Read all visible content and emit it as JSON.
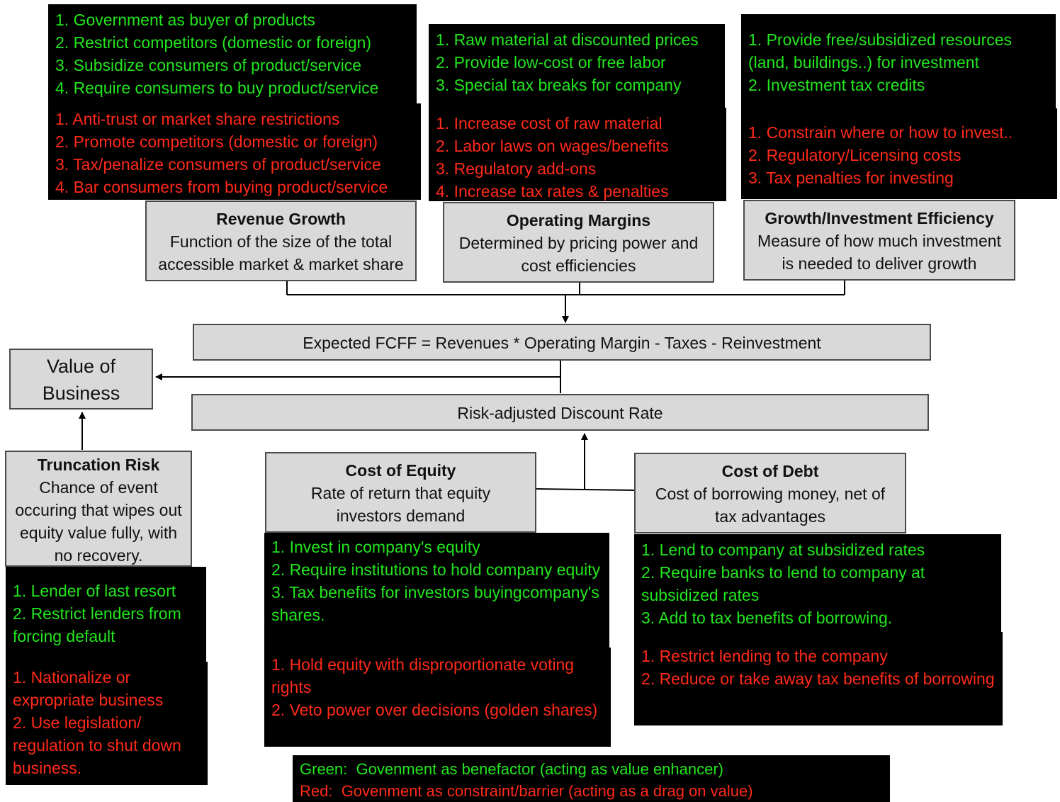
{
  "revenue_growth": {
    "title": "Revenue Growth",
    "description": "Function of the size of the total accessible market & market share",
    "green": [
      "1. Government as buyer of products",
      "2. Restrict competitors (domestic or foreign)",
      "3. Subsidize consumers of product/service",
      "4. Require consumers to buy product/service"
    ],
    "red": [
      "1. Anti-trust or market share restrictions",
      "2. Promote competitors (domestic or foreign)",
      "3. Tax/penalize consumers of product/service",
      "4. Bar consumers from buying product/service"
    ]
  },
  "operating_margins": {
    "title": "Operating Margins",
    "description": "Determined by pricing power and cost efficiencies",
    "green": [
      "1. Raw material at discounted prices",
      "2. Provide low-cost or free labor",
      "3. Special tax breaks for company"
    ],
    "red": [
      "1. Increase cost of raw material",
      "2. Labor laws on wages/benefits",
      "3. Regulatory add-ons",
      "4. Increase tax rates & penalties"
    ]
  },
  "growth_efficiency": {
    "title": "Growth/Investment Efficiency",
    "description": "Measure of how much investment is needed to deliver growth",
    "green": [
      "1. Provide free/subsidized resources (land, buildings..) for investment",
      "2. Investment tax credits"
    ],
    "red": [
      "1. Constrain where or how to invest..",
      "2. Regulatory/Licensing costs",
      "3. Tax penalties for investing"
    ]
  },
  "fcff": {
    "text": "Expected FCFF = Revenues * Operating Margin - Taxes - Reinvestment"
  },
  "discount_rate": {
    "text": "Risk-adjusted Discount Rate"
  },
  "value_of_business": {
    "text": "Value of Business"
  },
  "truncation_risk": {
    "title": "Truncation Risk",
    "description": "Chance of event occuring that wipes out equity value fully, with no recovery.",
    "green": [
      "1. Lender of last resort",
      "2. Restrict lenders from forcing default"
    ],
    "red": [
      "1. Nationalize or expropriate business",
      "2. Use legislation/ regulation to shut down business."
    ]
  },
  "cost_of_equity": {
    "title": "Cost of Equity",
    "description": "Rate of return that equity investors demand",
    "green": [
      "1. Invest in company's equity",
      "2. Require institutions to hold company equity",
      "3. Tax benefits for investors buyingcompany's shares."
    ],
    "red": [
      "1. Hold equity with disproportionate voting rights",
      "2. Veto power over decisions (golden shares)"
    ]
  },
  "cost_of_debt": {
    "title": "Cost of Debt",
    "description": "Cost of borrowing money, net of tax advantages",
    "green": [
      "1. Lend to company at subsidized rates",
      "2. Require banks to lend to company at subsidized rates",
      "3. Add to tax benefits of borrowing."
    ],
    "red": [
      "1. Restrict lending to the company",
      "2. Reduce or take away tax benefits of borrowing"
    ]
  },
  "legend": {
    "green": "Green:  Govenment as benefactor (acting as value enhancer)",
    "red": "Red:  Govenment as constraint/barrier (acting as a drag on value)"
  },
  "colors": {
    "benefactor_text": "#22e61e",
    "constraint_text": "#ff2a1a",
    "box_fill": "#d9d9d9",
    "panel_fill": "#000000"
  }
}
